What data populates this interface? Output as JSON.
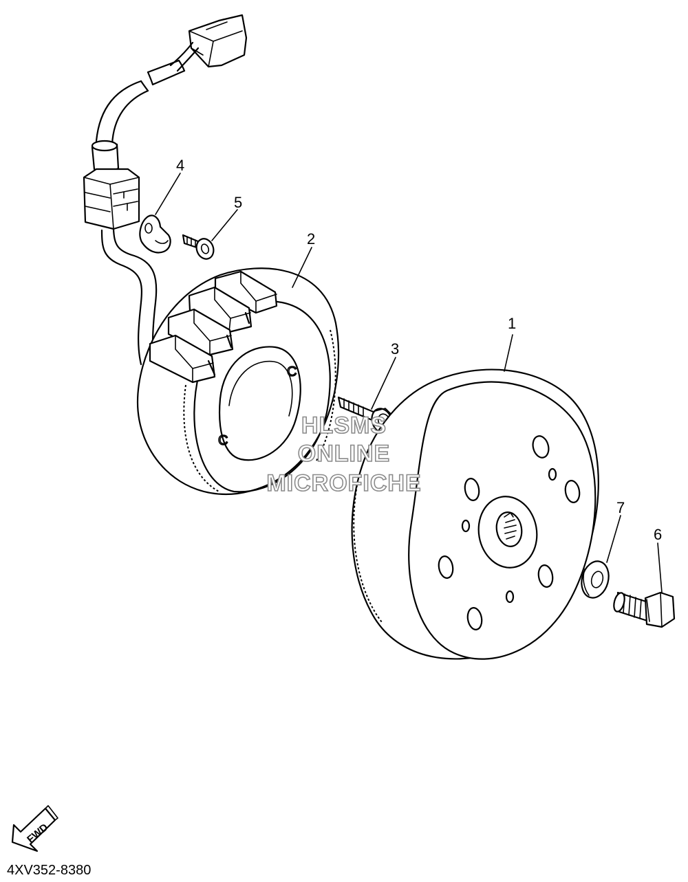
{
  "diagram": {
    "part_code": "4XV352-8380",
    "fwd_label": "FWD",
    "watermark": [
      "HLSMS",
      "ONLINE",
      "MICROFICHE"
    ],
    "callouts": [
      {
        "id": "1",
        "part": "rotor"
      },
      {
        "id": "2",
        "part": "stator"
      },
      {
        "id": "3",
        "part": "stator-bolt"
      },
      {
        "id": "4",
        "part": "lead-clamp"
      },
      {
        "id": "5",
        "part": "clamp-screw"
      },
      {
        "id": "6",
        "part": "rotor-bolt"
      },
      {
        "id": "7",
        "part": "washer"
      }
    ]
  }
}
